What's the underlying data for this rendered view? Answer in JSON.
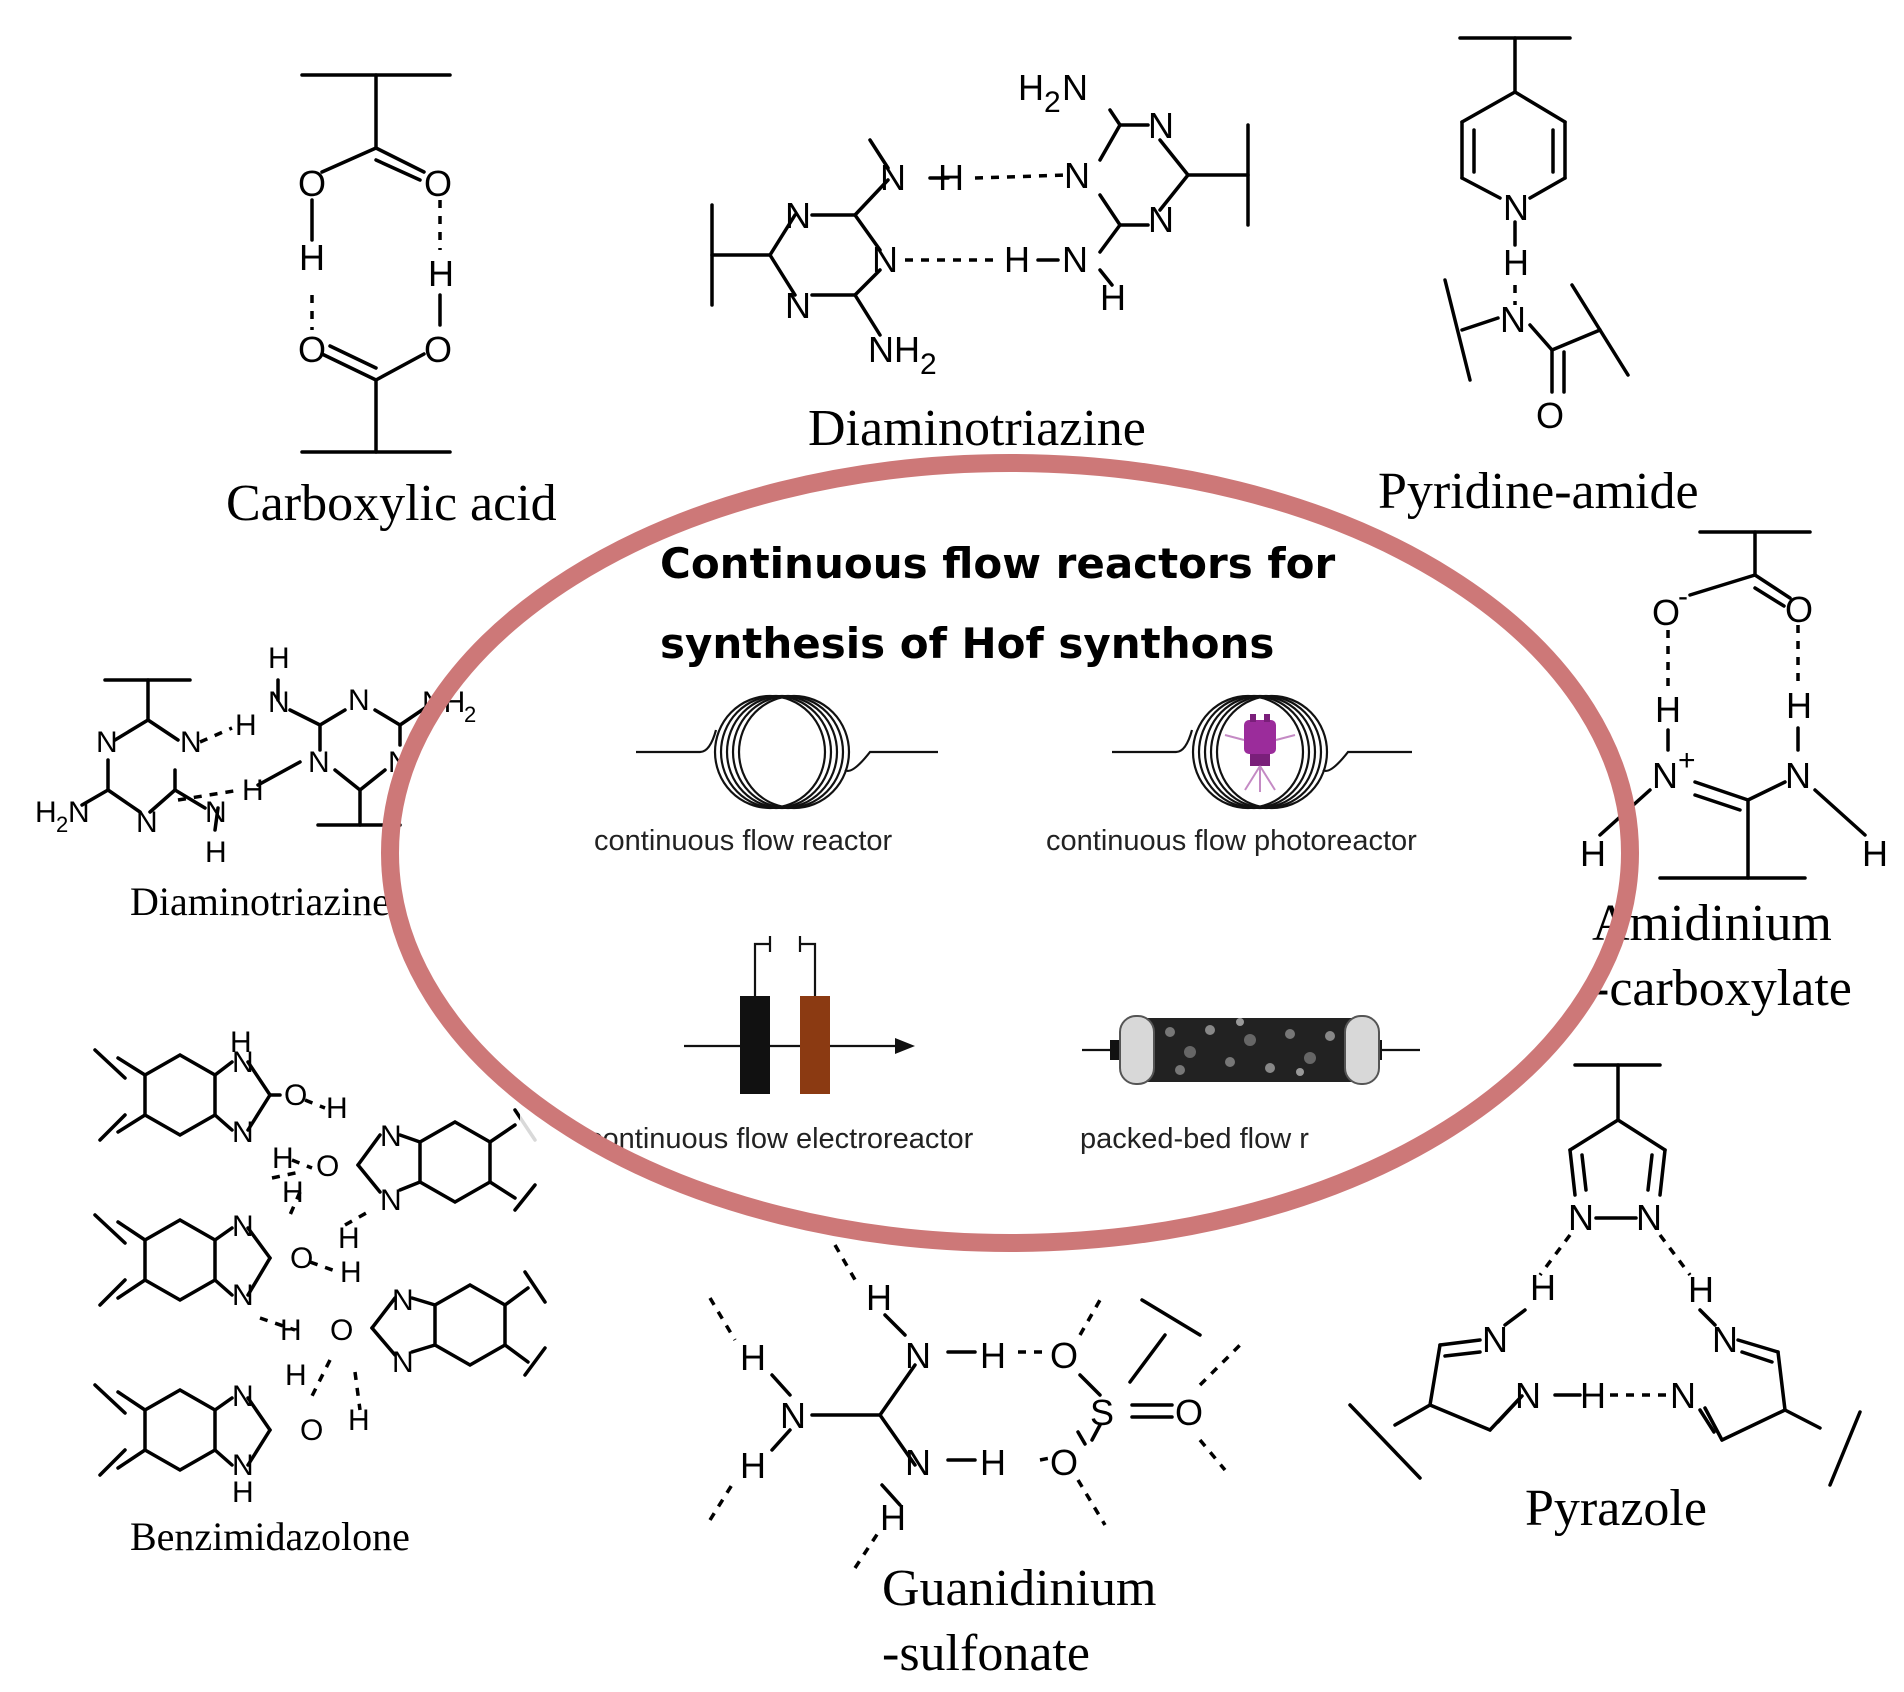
{
  "figure": {
    "center": {
      "title_line1": "Continuous flow reactors for",
      "title_line2": "synthesis of Hof synthons",
      "reactors": [
        {
          "label": "continuous flow reactor"
        },
        {
          "label": "continuous flow photoreactor"
        },
        {
          "label": "continuous flow electroreactor"
        },
        {
          "label": "packed-bed flow r"
        }
      ],
      "ring_color": "#cd7878",
      "lamp_color": "#9b2c9b",
      "electrode_colors": [
        "#111111",
        "#8b3a12"
      ]
    },
    "synthons": [
      {
        "name": "Carboxylic acid"
      },
      {
        "name": "Diaminotriazine"
      },
      {
        "name": "Pyridine-amide"
      },
      {
        "name": "Diaminotriazine"
      },
      {
        "name_line1": "Amidinium",
        "name_line2": "-carboxylate"
      },
      {
        "name": "Benzimidazolone"
      },
      {
        "name_line1": "Guanidinium",
        "name_line2": "-sulfonate"
      },
      {
        "name": "Pyrazole"
      }
    ],
    "atoms": {
      "O": "O",
      "H": "H",
      "N": "N",
      "S": "S",
      "NH2": "NH",
      "sub2": "2",
      "H2N": "H",
      "plus": "+",
      "minus": "-"
    }
  }
}
